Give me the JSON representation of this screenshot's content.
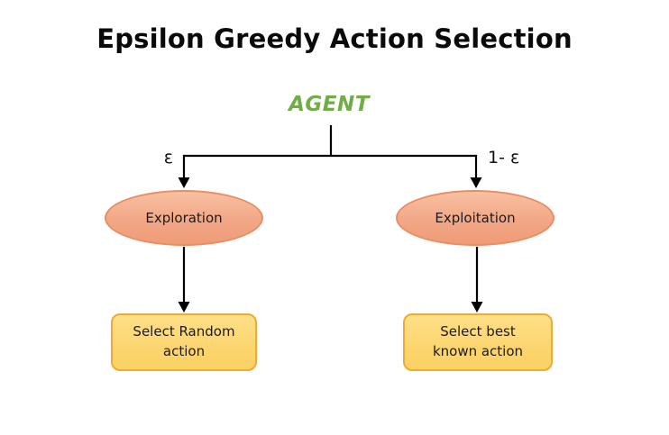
{
  "title": "Epsilon Greedy Action Selection",
  "agent": {
    "label": "AGENT"
  },
  "branches": {
    "left": {
      "probability_label": "ε",
      "node_label": "Exploration",
      "action_lines": [
        "Select Random",
        "action"
      ]
    },
    "right": {
      "probability_label": "1- ε",
      "node_label": "Exploitation",
      "action_lines": [
        "Select best",
        "known action"
      ]
    }
  },
  "colors": {
    "agent_text": "#70AD47",
    "title_text": "#0a0a0a",
    "ellipse_fill": "#F2A787",
    "ellipse_border": "#E78E62",
    "action_fill": "#FCD56E",
    "action_border": "#ECAB33",
    "connector": "#000000"
  }
}
